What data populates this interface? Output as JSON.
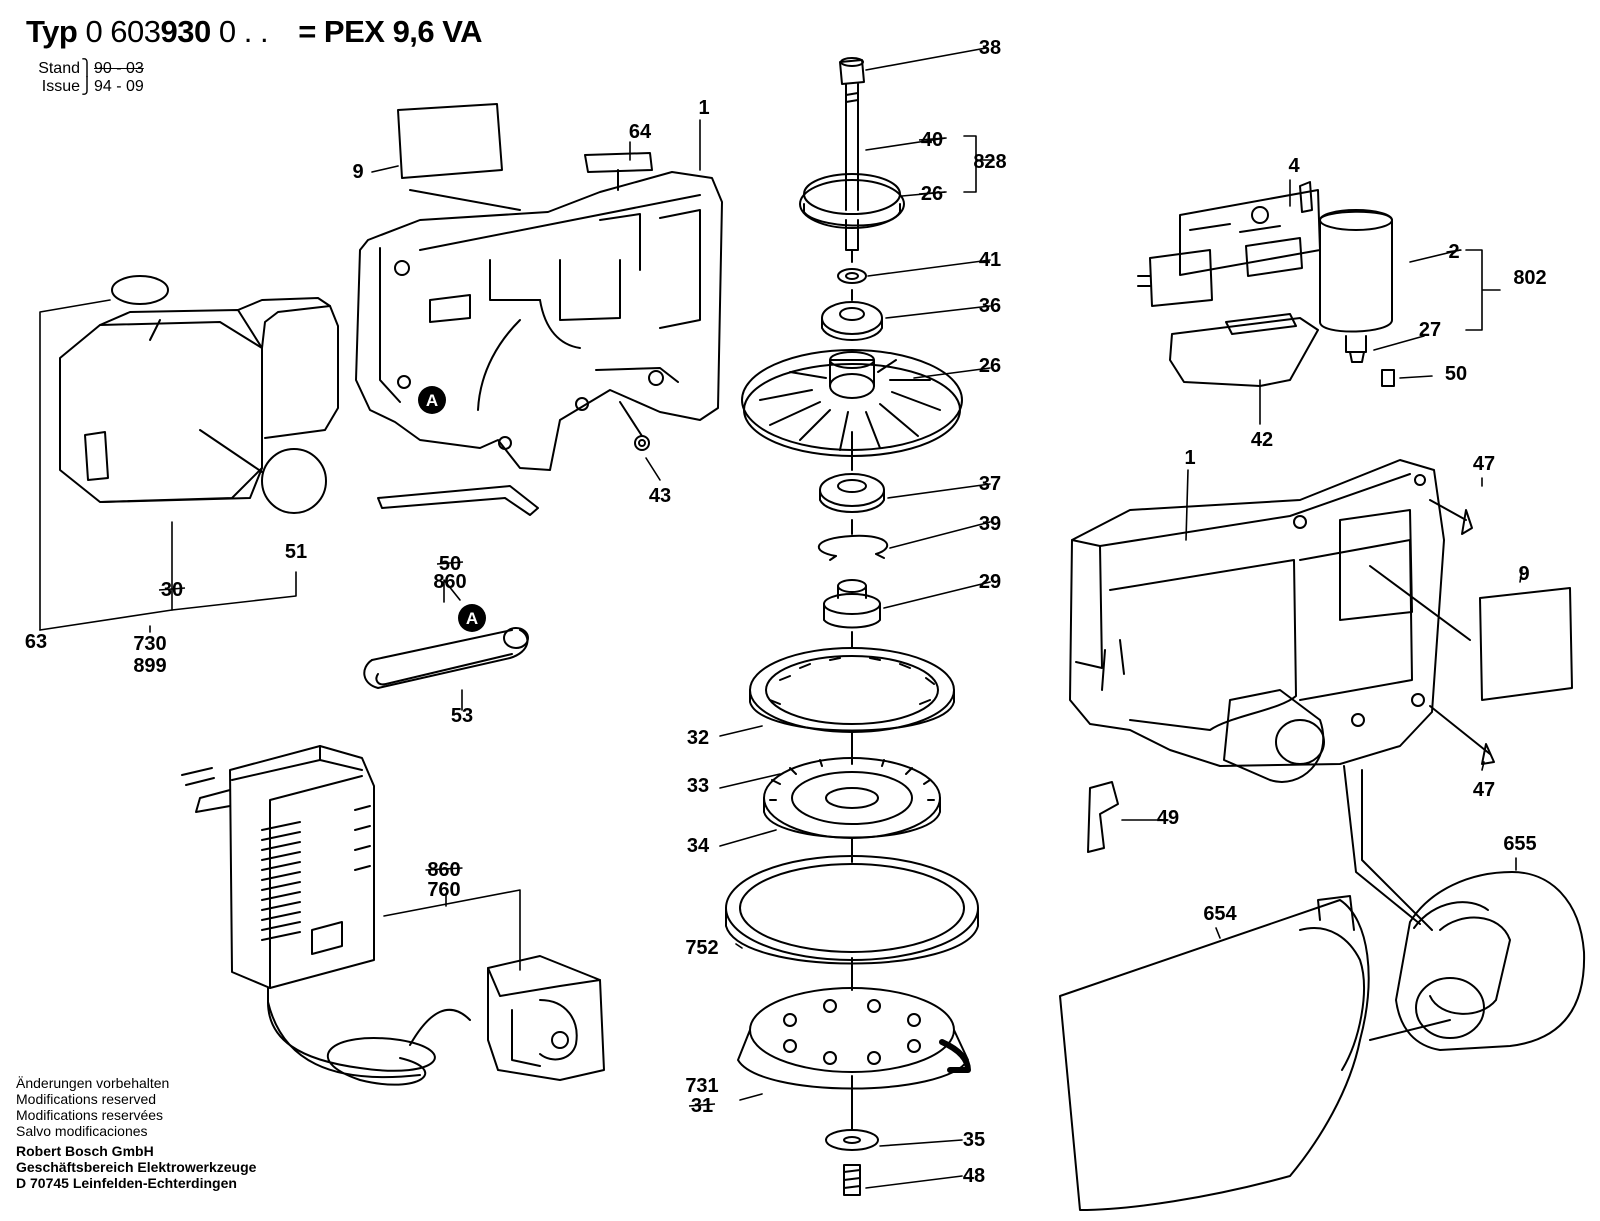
{
  "header": {
    "typ_label": "Typ",
    "typ_number_regular": "0 603",
    "typ_number_bold": "930",
    "typ_suffix": "0 . .",
    "model": "= PEX 9,6 VA",
    "stand_label": "Stand",
    "stand_value": "90 - 03",
    "issue_label": "Issue",
    "issue_value": "94 - 09"
  },
  "callouts": [
    {
      "text": "38"
    },
    {
      "text": "40",
      "struck": true
    },
    {
      "text": "828"
    },
    {
      "text": "26",
      "struck": true
    },
    {
      "text": "41"
    },
    {
      "text": "36"
    },
    {
      "text": "26"
    },
    {
      "text": "37"
    },
    {
      "text": "39"
    },
    {
      "text": "29"
    },
    {
      "text": "32"
    },
    {
      "text": "33"
    },
    {
      "text": "34"
    },
    {
      "text": "752"
    },
    {
      "text": "731"
    },
    {
      "text": "31",
      "struck": true
    },
    {
      "text": "35"
    },
    {
      "text": "48"
    },
    {
      "text": "1"
    },
    {
      "text": "64"
    },
    {
      "text": "9"
    },
    {
      "text": "43"
    },
    {
      "text": "50",
      "struck": true
    },
    {
      "text": "860"
    },
    {
      "text": "53"
    },
    {
      "text": "51"
    },
    {
      "text": "30",
      "struck": true
    },
    {
      "text": "63"
    },
    {
      "text": "730"
    },
    {
      "text": "899"
    },
    {
      "text": "860",
      "struck": true
    },
    {
      "text": "760"
    },
    {
      "text": "4"
    },
    {
      "text": "2",
      "struck": true
    },
    {
      "text": "802"
    },
    {
      "text": "27"
    },
    {
      "text": "50"
    },
    {
      "text": "42"
    },
    {
      "text": "1"
    },
    {
      "text": "47"
    },
    {
      "text": "9"
    },
    {
      "text": "47"
    },
    {
      "text": "49"
    },
    {
      "text": "655"
    },
    {
      "text": "654"
    }
  ],
  "markers": [
    {
      "text": "A"
    },
    {
      "text": "A"
    }
  ],
  "footer": {
    "notice": [
      "Änderungen vorbehalten",
      "Modifications reserved",
      "Modifications reservées",
      "Salvo modificaciones"
    ],
    "company": [
      "Robert Bosch GmbH",
      "Geschäftsbereich Elektrowerkzeuge",
      "D 70745 Leinfelden-Echterdingen"
    ]
  },
  "colors": {
    "ink": "#000000",
    "paper": "#ffffff"
  }
}
